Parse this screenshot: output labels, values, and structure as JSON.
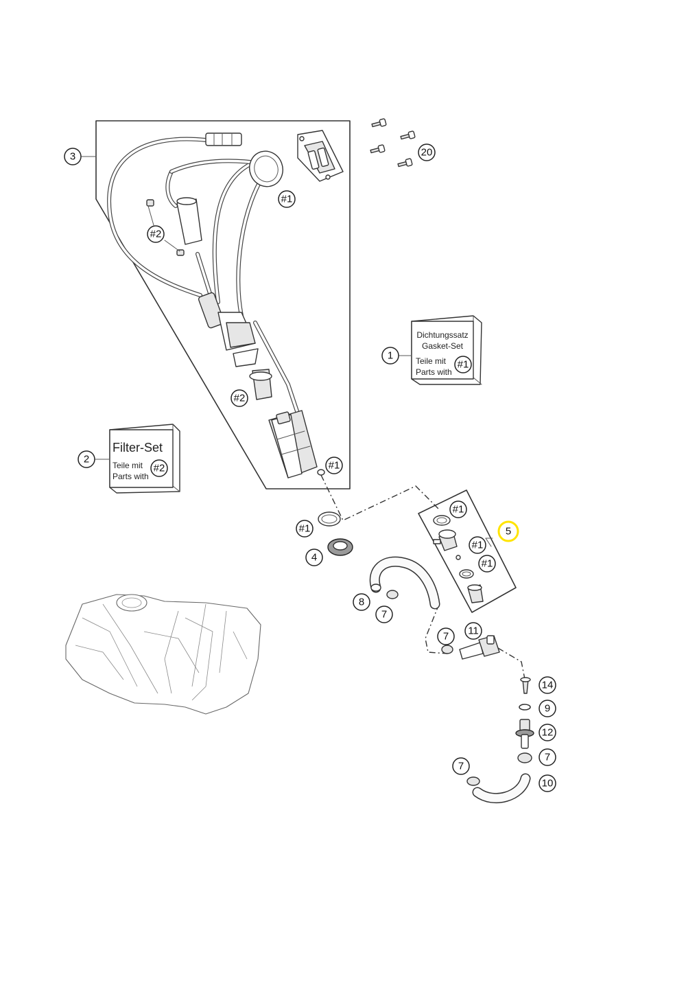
{
  "callouts": {
    "c1": "1",
    "c2": "2",
    "c3": "3",
    "c4": "4",
    "c5": "5",
    "c7": "7",
    "c8": "8",
    "c9": "9",
    "c10": "10",
    "c11": "11",
    "c12": "12",
    "c14": "14",
    "c20": "20",
    "ref1": "#1",
    "ref2": "#2"
  },
  "gasket_box": {
    "line1": "Dichtungssatz",
    "line2": "Gasket-Set",
    "line3": "Teile mit",
    "line4": "Parts with",
    "ref": "#1"
  },
  "filter_box": {
    "title": "Filter-Set",
    "line1": "Teile mit",
    "line2": "Parts with",
    "ref": "#2"
  },
  "colors": {
    "highlight": "#ffe400",
    "line": "#333333"
  }
}
